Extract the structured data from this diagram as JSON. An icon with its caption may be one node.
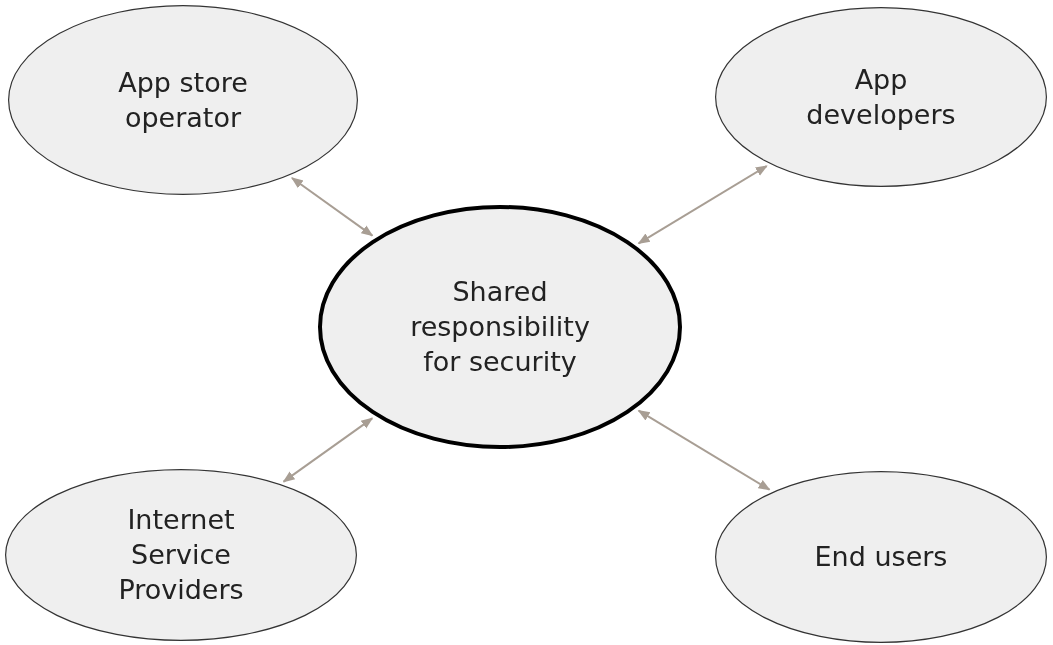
{
  "diagram": {
    "nodes": [
      {
        "text": [
          "App store operator"
        ]
      },
      {
        "text": [
          "App developers"
        ]
      },
      {
        "text": [
          "Shared responsibility for security"
        ]
      },
      {
        "text": [
          "Internet Service Providers"
        ]
      },
      {
        "text": [
          "End users"
        ]
      }
    ],
    "edges": [
      {
        "from": 2,
        "to": 0,
        "arrow": "both"
      },
      {
        "from": 2,
        "to": 1,
        "arrow": "both"
      },
      {
        "from": 2,
        "to": 3,
        "arrow": "both"
      },
      {
        "from": 2,
        "to": 4,
        "arrow": "both"
      }
    ]
  }
}
